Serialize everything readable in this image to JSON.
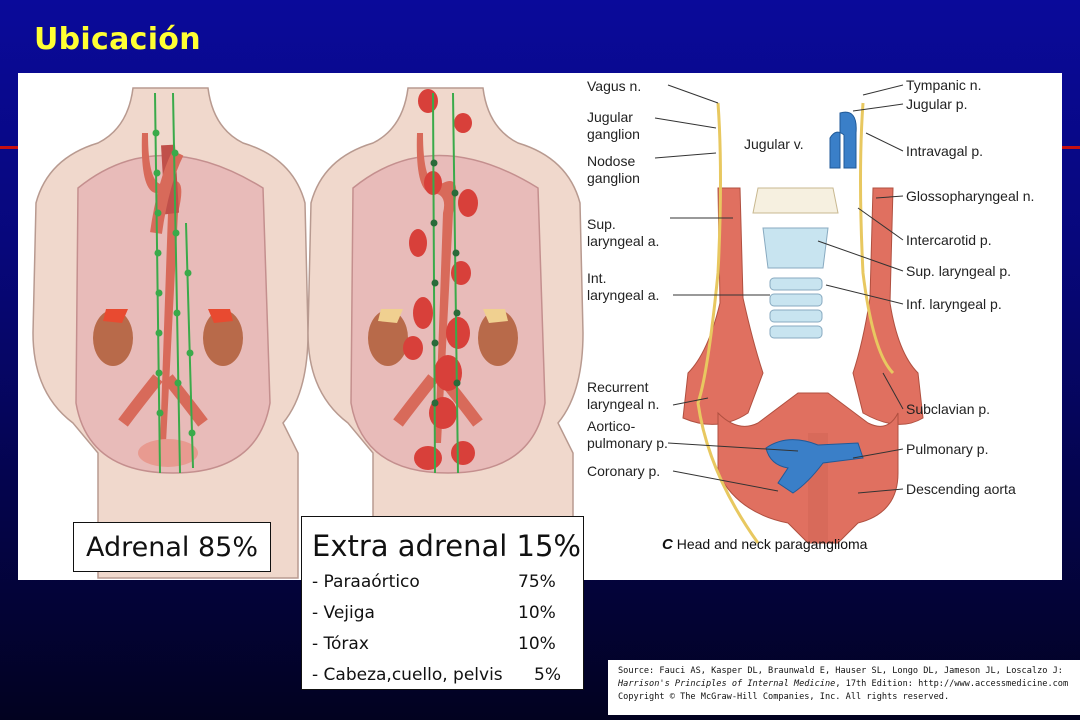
{
  "title": "Ubicación",
  "adrenal_box": {
    "text": "Adrenal 85%"
  },
  "extra_box": {
    "title": "Extra adrenal 15%",
    "rows": [
      {
        "label": "- Paraaórtico",
        "pct": "75%"
      },
      {
        "label": "- Vejiga",
        "pct": "10%"
      },
      {
        "label": "- Tórax",
        "pct": "10%"
      },
      {
        "label": "- Cabeza,cuello, pelvis",
        "pct": "5%"
      }
    ]
  },
  "head_neck_figure": {
    "left_labels": [
      "Vagus n.",
      "Jugular",
      "ganglion",
      "Nodose",
      "ganglion",
      "Sup.",
      "laryngeal a.",
      "Int.",
      "laryngeal a.",
      "Recurrent",
      "laryngeal n.",
      "Aortico-",
      "pulmonary p.",
      "Coronary p."
    ],
    "center_label": "Jugular v.",
    "right_labels": [
      "Tympanic n.",
      "Jugular p.",
      "Intravagal p.",
      "Glossopharyngeal n.",
      "Intercarotid p.",
      "Sup. laryngeal p.",
      "Inf. laryngeal p.",
      "Subclavian p.",
      "Pulmonary p.",
      "Descending aorta"
    ],
    "caption_letter": "C",
    "caption": "Head and neck paraganglioma"
  },
  "source": {
    "line1": "Source: Fauci AS, Kasper DL, Braunwald E, Hauser SL, Longo DL, Jameson JL, Loscalzo J:",
    "line2_book": "Harrison's Principles of Internal Medicine",
    "line2_rest": ", 17th Edition: http://www.accessmedicine.com",
    "line3": "Copyright © The McGraw-Hill Companies, Inc. All rights reserved."
  },
  "colors": {
    "title": "#ffff33",
    "background_top": "#0a0a9a",
    "background_bottom": "#020220",
    "accent_line": "#c81010",
    "artery": "#e07060",
    "vein": "#3a7fc8",
    "lymph_chain": "#3aaa4a",
    "nerve": "#e8c860"
  }
}
